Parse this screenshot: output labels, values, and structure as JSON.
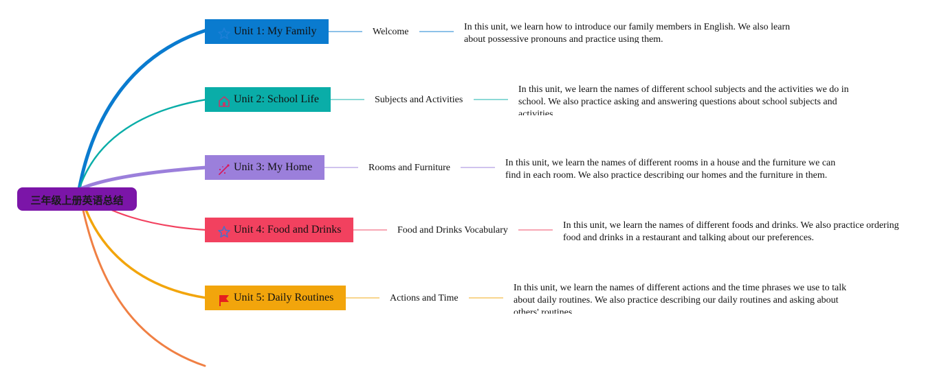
{
  "root": {
    "label": "三年级上册英语总结"
  },
  "branches": [
    {
      "label": "Unit 1: My Family",
      "icon": "star-icon",
      "color": "#0a7bcf",
      "topic": "Welcome",
      "description": "In this unit, we learn how to introduce our family members in English. We also learn about possessive pronouns and practice using them."
    },
    {
      "label": "Unit 2: School Life",
      "icon": "house-icon",
      "color": "#0aada8",
      "topic": "Subjects and Activities",
      "description": "In this unit, we learn the names of different school subjects and the activities we do in school. We also practice asking and answering questions about school subjects and activities."
    },
    {
      "label": "Unit 3: My Home",
      "icon": "magic-wand-icon",
      "color": "#9b7fdb",
      "topic": "Rooms and Furniture",
      "description": "In this unit, we learn the names of different rooms in a house and the furniture we can find in each room. We also practice describing our homes and the furniture in them."
    },
    {
      "label": "Unit 4: Food and Drinks",
      "icon": "star-icon",
      "color": "#f2415f",
      "topic": "Food and Drinks Vocabulary",
      "description": "In this unit, we learn the names of different foods and drinks. We also practice ordering food and drinks in a restaurant and talking about our preferences."
    },
    {
      "label": "Unit 5: Daily Routines",
      "icon": "flag-icon",
      "color": "#f2a50c",
      "topic": "Actions and Time",
      "description": "In this unit, we learn the names of different actions and the time phrases we use to talk about daily routines. We also practice describing our daily routines and asking about others' routines."
    }
  ],
  "extra_branch_color": "#f08044"
}
